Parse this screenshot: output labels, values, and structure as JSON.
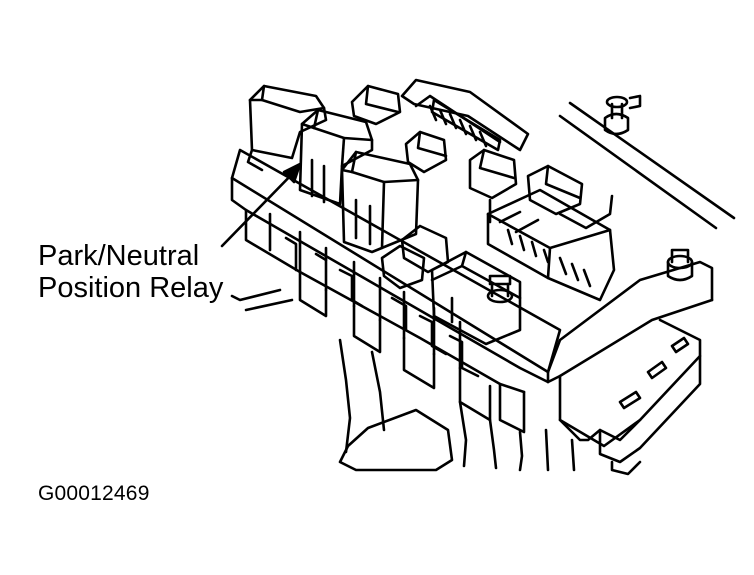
{
  "callout": {
    "line1": "Park/Neutral",
    "line2": "Position Relay"
  },
  "figure_id": "G00012469",
  "colors": {
    "ink": "#000000",
    "paper": "#ffffff"
  }
}
